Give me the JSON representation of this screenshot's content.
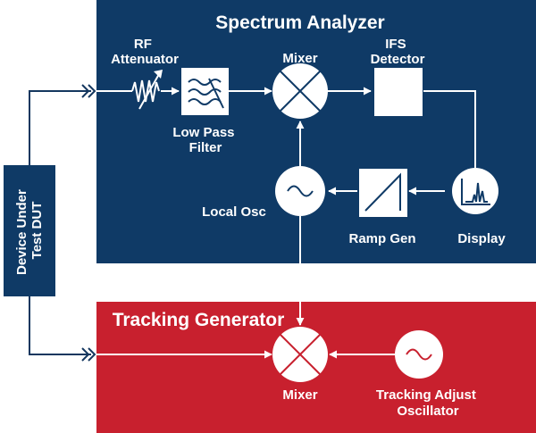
{
  "title": "Spectrum Analyzer",
  "tracking_title": "Tracking Generator",
  "dut_label": [
    "Device Under",
    "Test DUT"
  ],
  "blocks": {
    "rf_attenuator": [
      "RF",
      "Attenuator"
    ],
    "low_pass_filter": [
      "Low Pass",
      "Filter"
    ],
    "mixer": "Mixer",
    "ifs_detector": [
      "IFS",
      "Detector"
    ],
    "local_osc": "Local Osc",
    "ramp_gen": "Ramp Gen",
    "display": "Display",
    "tg_mixer": "Mixer",
    "tracking_osc": [
      "Tracking Adjust",
      "Oscillator"
    ]
  },
  "colors": {
    "spectrum_bg": "#0f3a66",
    "tracking_bg": "#c8202e",
    "block_fill": "#ffffff",
    "line": "#ffffff",
    "outer_line": "#14375f"
  }
}
